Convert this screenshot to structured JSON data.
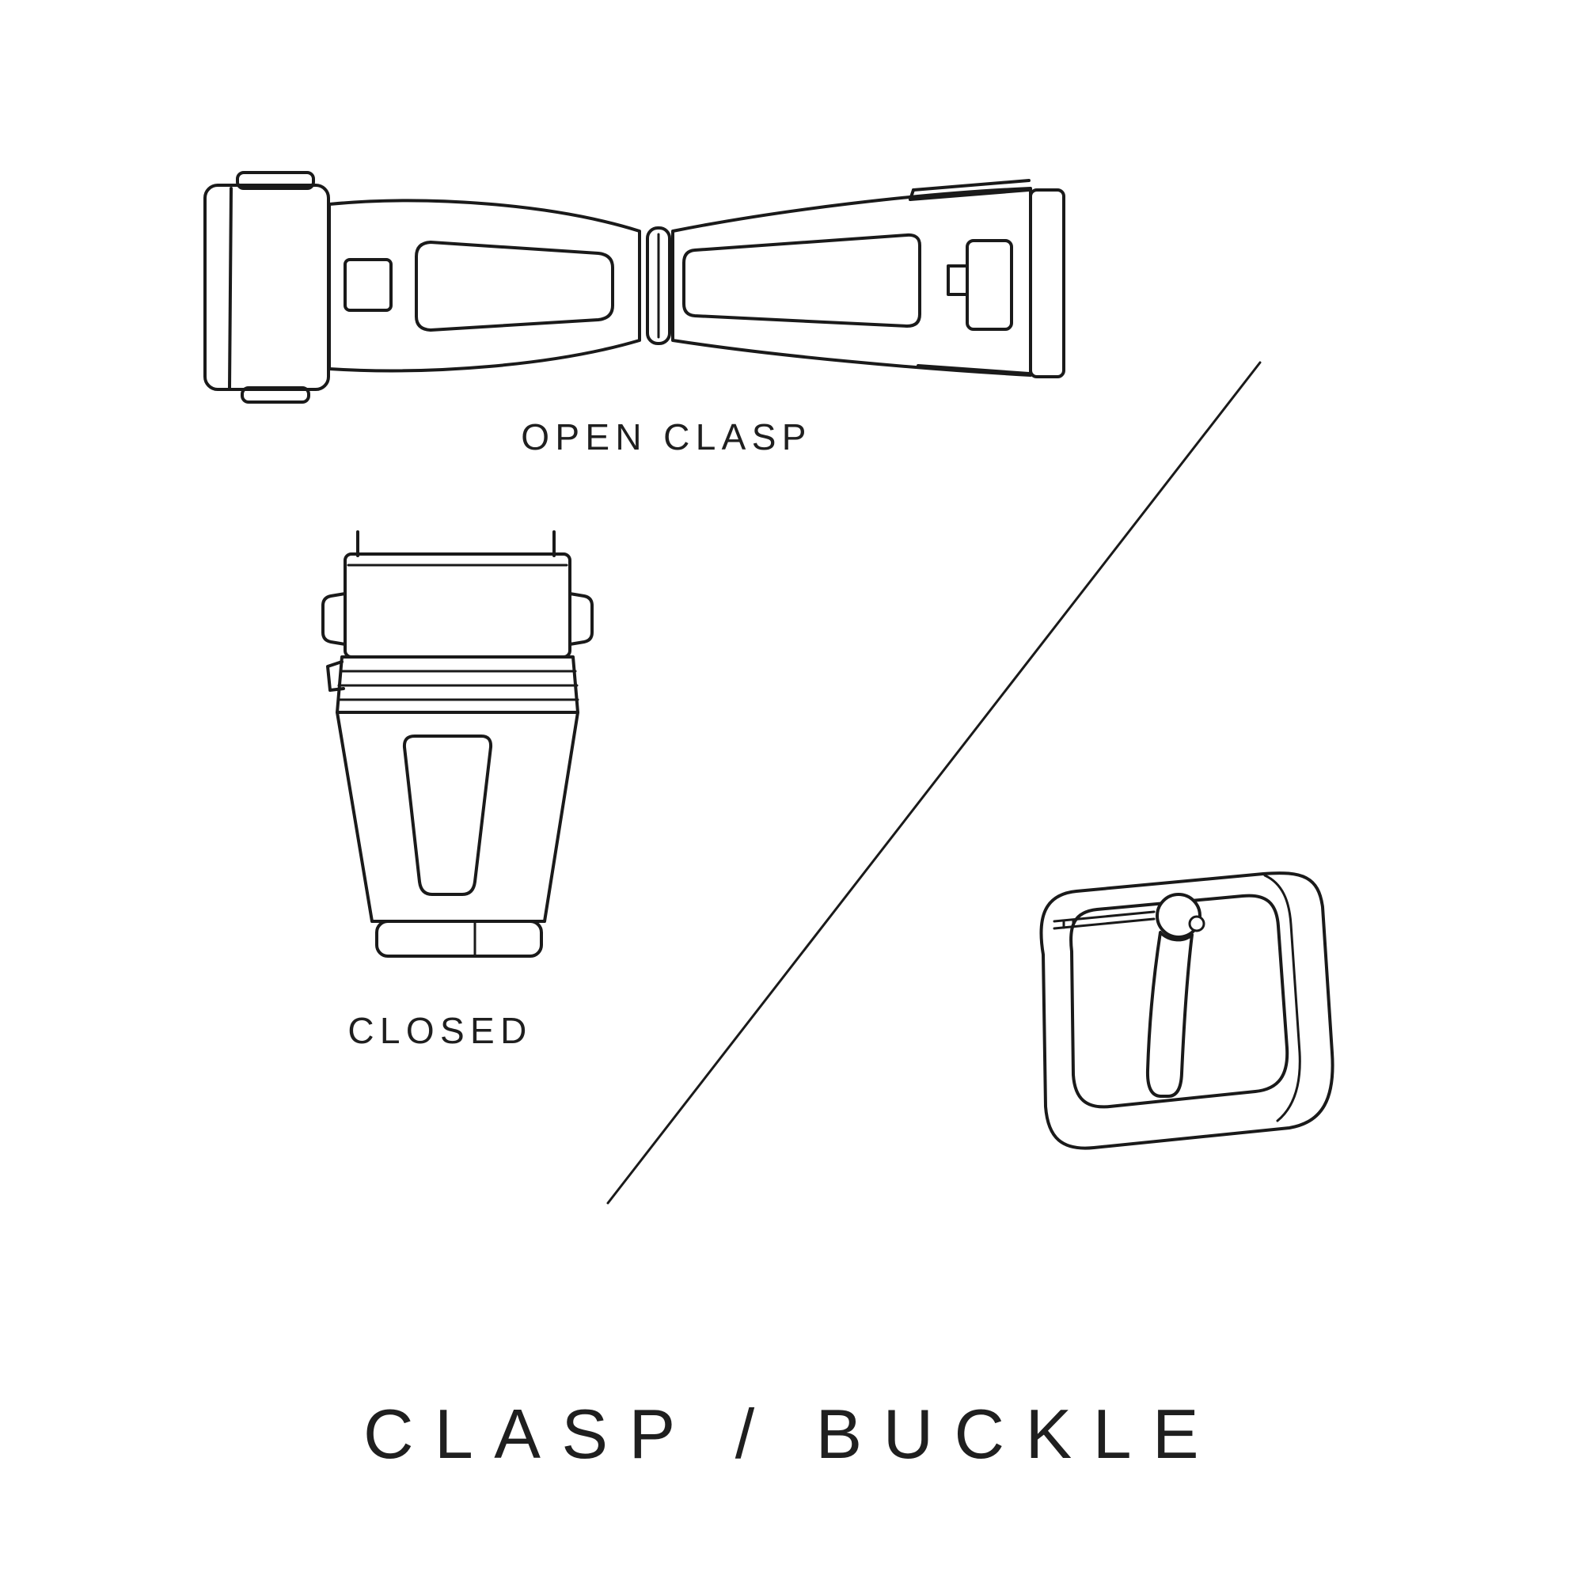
{
  "page": {
    "background": "#ffffff",
    "ink": "#1a1a1a",
    "text_color": "#1f1f1f"
  },
  "title": "CLASP / BUCKLE",
  "figures": {
    "open_clasp": {
      "name": "open-clasp-illustration",
      "label": "OPEN CLASP"
    },
    "closed_clasp": {
      "name": "closed-clasp-illustration",
      "label": "CLOSED"
    },
    "buckle": {
      "name": "buckle-illustration"
    },
    "divider": {
      "name": "divider-line"
    }
  }
}
